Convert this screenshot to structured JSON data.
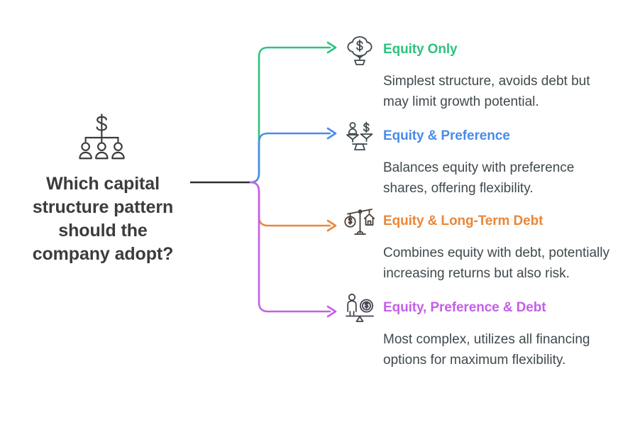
{
  "root": {
    "icon": "org-chart-dollar-icon",
    "question": "Which capital structure pattern should the company adopt?",
    "question_lines": [
      "Which capital",
      "structure pattern",
      "should the",
      "company adopt?"
    ],
    "text_color": "#3c3c3c",
    "stem_color": "#2f2f2f"
  },
  "branches": [
    {
      "id": "equity-only",
      "title": "Equity Only",
      "description": "Simplest structure, avoids debt but may limit growth potential.",
      "color": "#2ec27e",
      "icon": "money-tree-icon"
    },
    {
      "id": "equity-and-preference",
      "title": "Equity & Preference",
      "description": "Balances equity with preference shares, offering flexibility.",
      "color": "#4a8ce8",
      "icon": "scale-person-dollar-icon"
    },
    {
      "id": "equity-and-long-term-debt",
      "title": "Equity & Long-Term Debt",
      "description": "Combines equity with debt, potentially increasing returns but also risk.",
      "color": "#e8873a",
      "icon": "scale-coin-house-icon"
    },
    {
      "id": "equity-preference-and-debt",
      "title": "Equity, Preference & Debt",
      "description": "Most complex, utilizes all financing options for maximum flexibility.",
      "color": "#c45fe8",
      "icon": "seesaw-person-coin-icon"
    }
  ],
  "body_text_color": "#40494d",
  "background_color": "#ffffff"
}
